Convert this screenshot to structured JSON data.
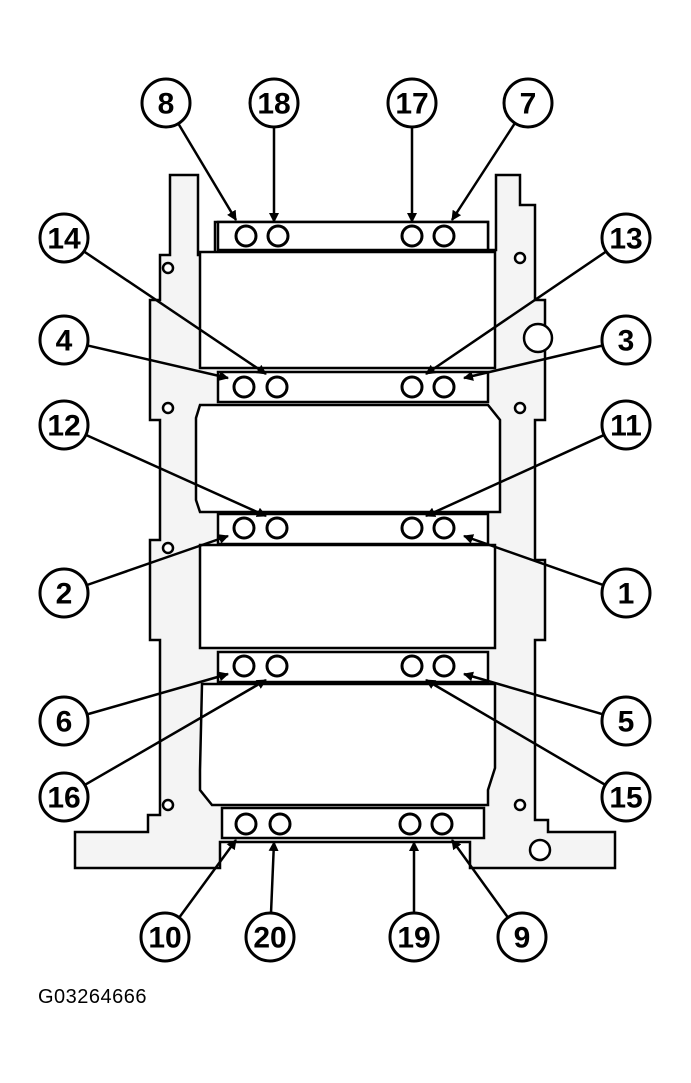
{
  "figure_id": "G03264666",
  "callouts": [
    "1",
    "2",
    "3",
    "4",
    "5",
    "6",
    "7",
    "8",
    "9",
    "10",
    "11",
    "12",
    "13",
    "14",
    "15",
    "16",
    "17",
    "18",
    "19",
    "20"
  ]
}
